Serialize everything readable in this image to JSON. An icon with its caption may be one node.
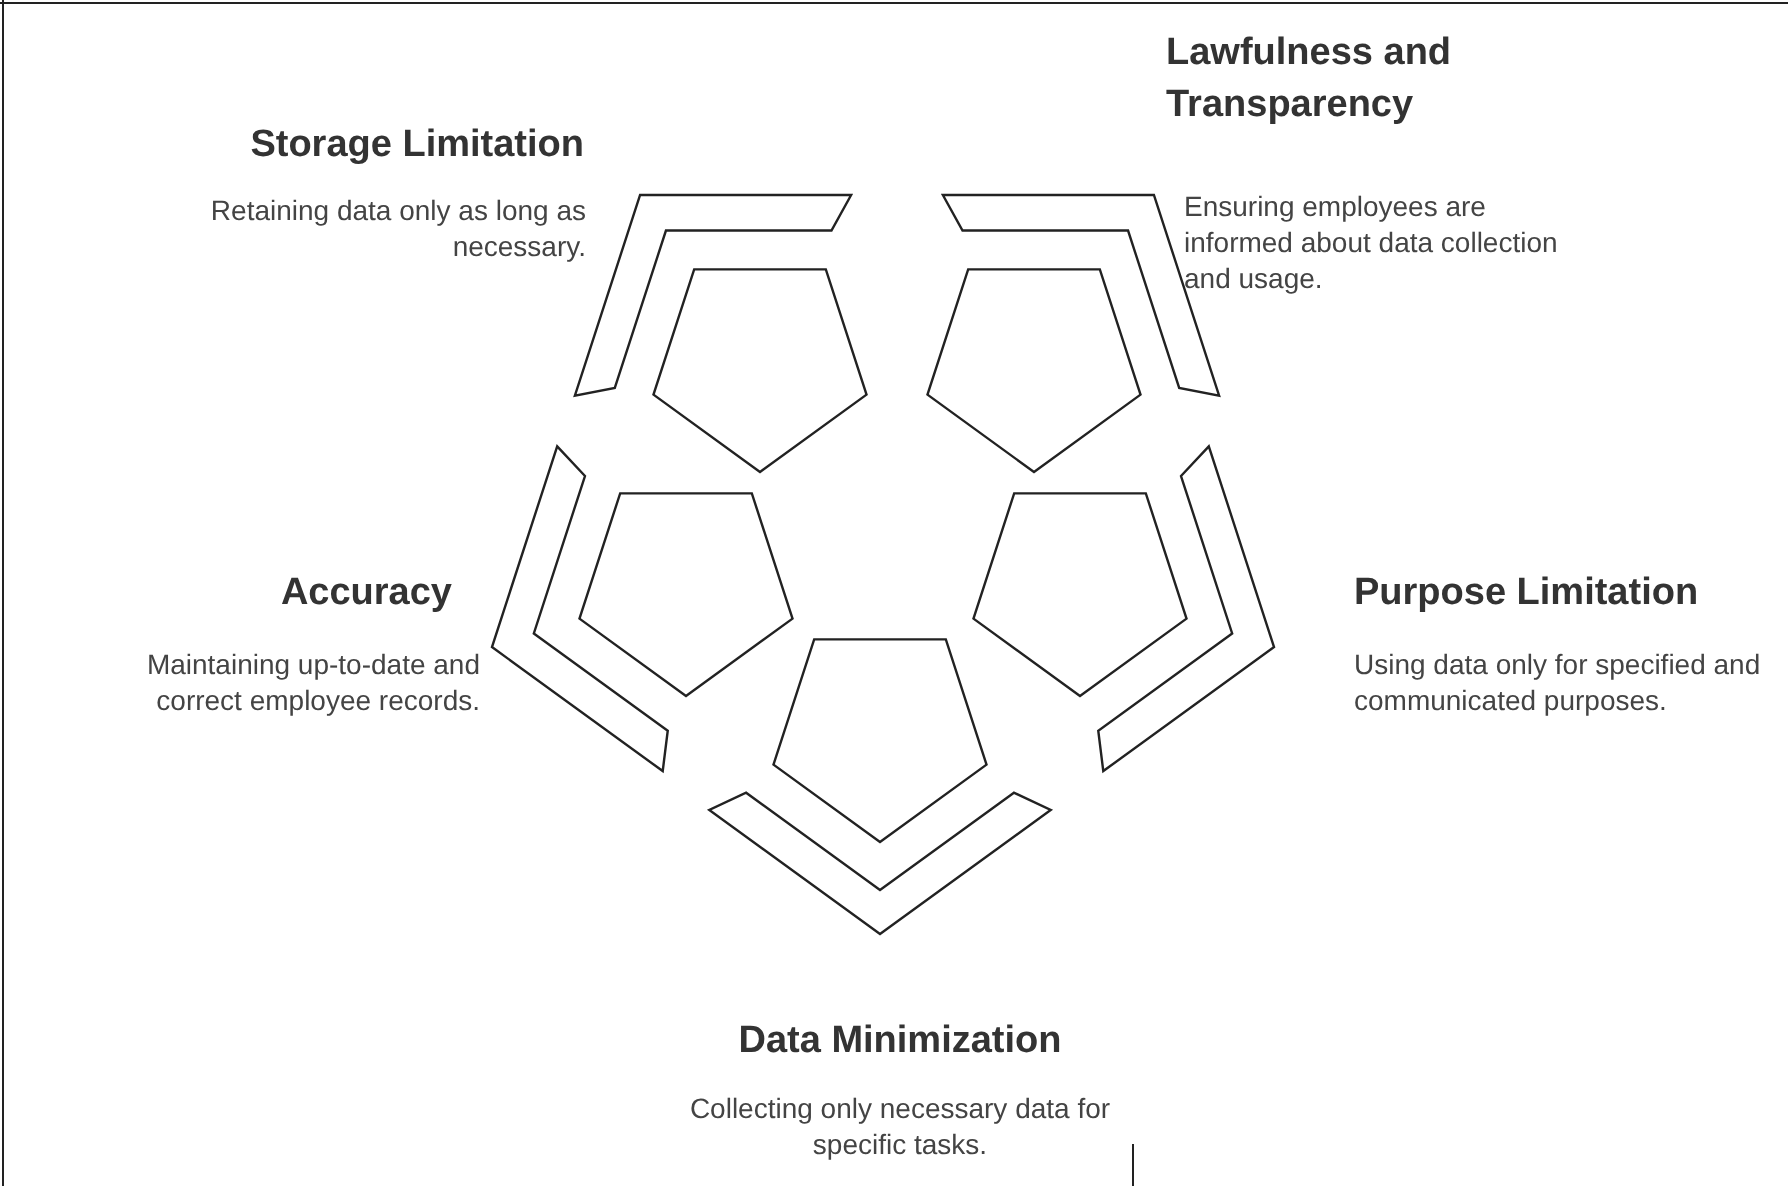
{
  "diagram": {
    "labels": [
      "Lawfulness and Transparency",
      "Storage Limitation",
      "Retaining data only as long as necessary.",
      "Ensuring employees are informed about data collection and usage.",
      "Accuracy",
      "Purpose Limitation",
      "Maintaining up-to-date and correct employee records.",
      "Using data only for specified and communicated purposes.",
      "Data Minimization",
      "Collecting only necessary data for specific tasks."
    ]
  }
}
